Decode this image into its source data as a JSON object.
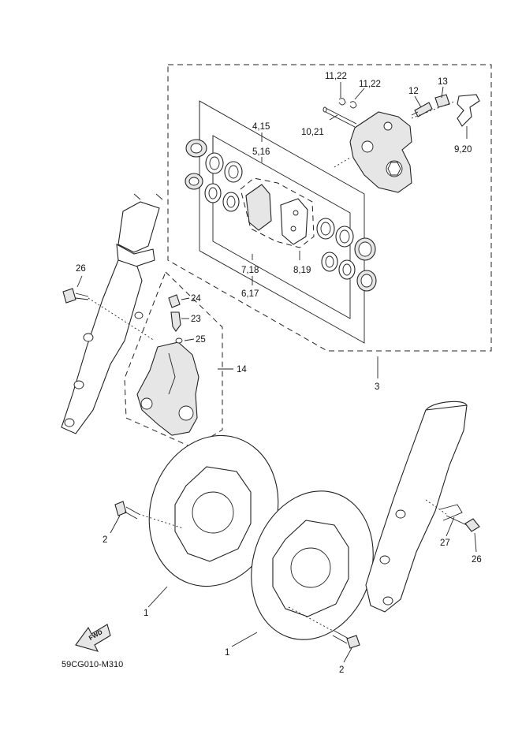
{
  "diagram_code": "59CG010-M310",
  "fwd_label": "FWD",
  "labels": {
    "l_11_22_a": "11,22",
    "l_11_22_b": "11,22",
    "l_13": "13",
    "l_12": "12",
    "l_10_21": "10,21",
    "l_9_20": "9,20",
    "l_4_15": "4,15",
    "l_5_16": "5,16",
    "l_7_18": "7,18",
    "l_8_19": "8,19",
    "l_6_17": "6,17",
    "l_3": "3",
    "l_26_a": "26",
    "l_24": "24",
    "l_23": "23",
    "l_25": "25",
    "l_14": "14",
    "l_2_a": "2",
    "l_1_a": "1",
    "l_1_b": "1",
    "l_2_b": "2",
    "l_27": "27",
    "l_26_b": "26"
  }
}
